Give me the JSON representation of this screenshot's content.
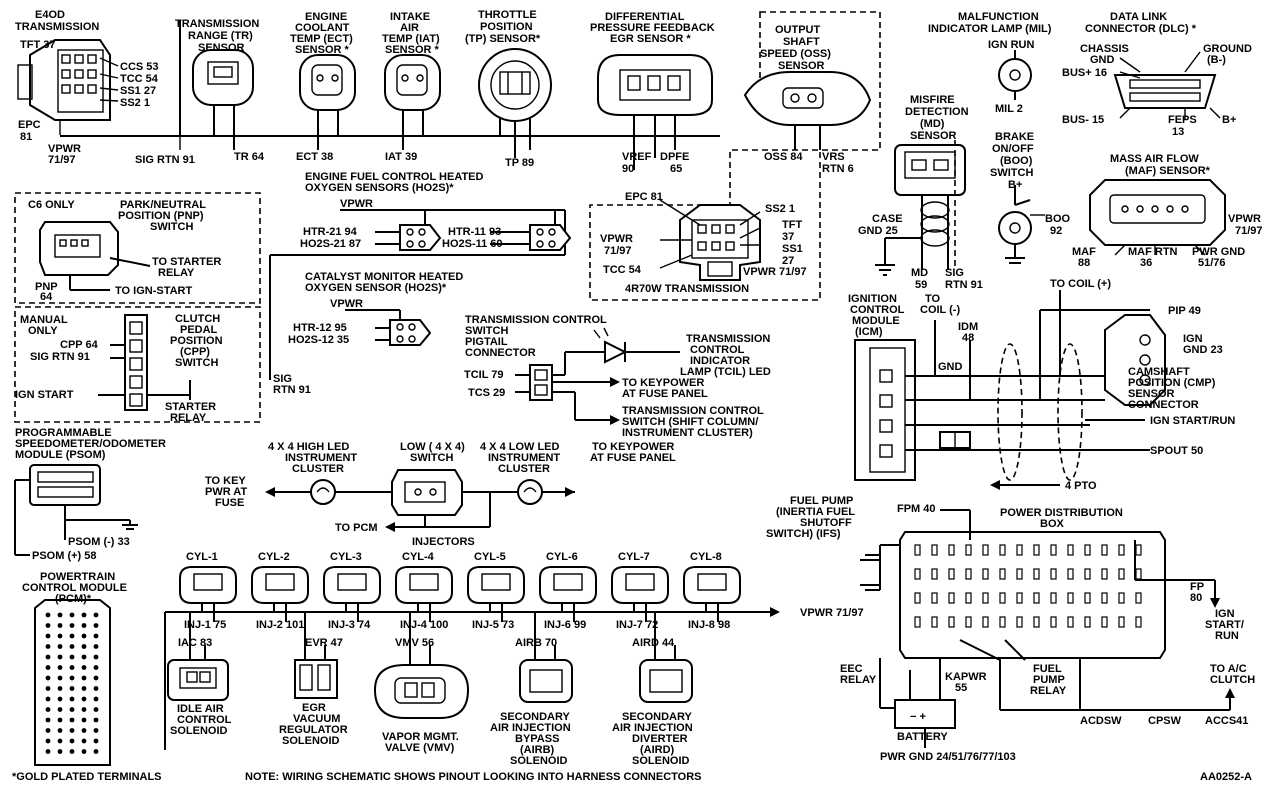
{
  "components": {
    "e4od": {
      "title1": "E4OD",
      "title2": "TRANSMISSION",
      "tft": "TFT 37",
      "ccs": "CCS 53",
      "tcc": "TCC 54",
      "ss1": "SS1 27",
      "ss2": "SS2 1",
      "epc": "EPC",
      "epc_n": "81",
      "vpwr": "VPWR",
      "vpwr_n": "71/97"
    },
    "tr": {
      "l1": "TRANSMISSION",
      "l2": "RANGE (TR)",
      "l3": "SENSOR",
      "pin": "TR 64"
    },
    "ect": {
      "l1": "ENGINE",
      "l2": "COOLANT",
      "l3": "TEMP (ECT)",
      "l4": "SENSOR *",
      "pin": "ECT 38"
    },
    "iat": {
      "l1": "INTAKE",
      "l2": "AIR",
      "l3": "TEMP (IAT)",
      "l4": "SENSOR *",
      "pin": "IAT 39"
    },
    "tp": {
      "l1": "THROTTLE",
      "l2": "POSITION",
      "l3": "(TP) SENSOR*",
      "pin": "TP 89"
    },
    "dpfe": {
      "l1": "DIFFERENTIAL",
      "l2": "PRESSURE FEEDBACK",
      "l3": "EGR SENSOR *",
      "vref": "VREF",
      "vref_n": "90",
      "pin": "DPFE",
      "pin_n": "65"
    },
    "oss": {
      "l1": "OUTPUT",
      "l2": "SHAFT",
      "l3": "SPEED (OSS)",
      "l4": "SENSOR",
      "pin": "OSS 84",
      "vrs": "VRS",
      "vrs_n": "RTN 6"
    },
    "sigrtn": "SIG RTN 91",
    "mil": {
      "l1": "MALFUNCTION",
      "l2": "INDICATOR LAMP (MIL)",
      "ign": "IGN RUN",
      "pin": "MIL 2"
    },
    "dlc": {
      "l1": "DATA LINK",
      "l2": "CONNECTOR (DLC) *",
      "chassis": "CHASSIS",
      "gnd": "GND",
      "ground": "GROUND",
      "bminus": "(B-)",
      "busp": "BUS+ 16",
      "busm": "BUS- 15",
      "feps": "FEPS",
      "feps_n": "13",
      "bplus": "B+"
    },
    "ho2s": {
      "l1": "ENGINE FUEL CONTROL HEATED",
      "l2": "OXYGEN SENSORS (HO2S)*",
      "vpwr": "VPWR",
      "htr21": "HTR-21 94",
      "ho21": "HO2S-21 87",
      "htr11": "HTR-11 93",
      "ho11": "HO2S-11 60"
    },
    "r4": {
      "epc": "EPC 81",
      "ss2": "SS2 1",
      "tft": "TFT",
      "tft_n": "37",
      "ss1": "SS1",
      "ss1_n": "27",
      "vpwr": "VPWR",
      "vpwr_n": "71/97",
      "tcc": "TCC 54",
      "vpwr2": "VPWR 71/97",
      "title": "4R70W TRANSMISSION"
    },
    "md": {
      "l1": "MISFIRE",
      "l2": "DETECTION",
      "l3": "(MD)",
      "l4": "SENSOR",
      "case": "CASE",
      "casegnd": "GND 25",
      "md": "MD",
      "md_n": "59",
      "sig": "SIG",
      "sig_n": "RTN 91"
    },
    "boo": {
      "l1": "BRAKE",
      "l2": "ON/OFF",
      "l3": "(BOO)",
      "l4": "SWITCH",
      "bplus": "B+",
      "pin": "BOO",
      "pin_n": "92"
    },
    "maf": {
      "l1": "MASS AIR FLOW",
      "l2": "(MAF) SENSOR*",
      "vpwr": "VPWR",
      "vpwr_n": "71/97",
      "maf": "MAF",
      "maf_n": "88",
      "rtn": "MAF RTN",
      "rtn_n": "36",
      "pwr": "PWR GND",
      "pwr_n": "51/76"
    },
    "pnp": {
      "c6": "C6 ONLY",
      "l1": "PARK/NEUTRAL",
      "l2": "POSITION (PNP)",
      "l3": "SWITCH",
      "starter": "TO STARTER",
      "relay": "RELAY",
      "pin": "PNP",
      "pin_n": "64",
      "ign": "TO IGN-START"
    },
    "cat": {
      "l1": "CATALYST MONITOR HEATED",
      "l2": "OXYGEN SENSOR (HO2S)*",
      "vpwr": "VPWR",
      "htr12": "HTR-12 95",
      "ho12": "HO2S-12 35",
      "sig": "SIG",
      "sig_n": "RTN 91"
    },
    "cpp": {
      "manual": "MANUAL",
      "only": "ONLY",
      "l1": "CLUTCH",
      "l2": "PEDAL",
      "l3": "POSITION",
      "l4": "(CPP)",
      "l5": "SWITCH",
      "cpp": "CPP 64",
      "sig": "SIG RTN 91",
      "ign": "IGN START",
      "starter": "STARTER",
      "relay": "RELAY"
    },
    "tcs": {
      "l1": "TRANSMISSION CONTROL",
      "l2": "SWITCH",
      "l3": "PIGTAIL",
      "l4": "CONNECTOR",
      "tcil": "TCIL 79",
      "tcs": "TCS 29",
      "lamp1": "TRANSMISSION",
      "lamp2": "CONTROL",
      "lamp3": "INDICATOR",
      "lamp4": "LAMP (TCIL) LED",
      "kp1": "TO KEYPOWER",
      "kp2": "AT FUSE PANEL",
      "sw1": "TRANSMISSION CONTROL",
      "sw2": "SWITCH (SHIFT COLUMN/",
      "sw3": "INSTRUMENT CLUSTER)"
    },
    "icm": {
      "l1": "IGNITION",
      "l2": "CONTROL",
      "l3": "MODULE",
      "l4": "(ICM)",
      "coilm1": "TO",
      "coilm2": "COIL (-)",
      "idm": "IDM",
      "idm_n": "48",
      "gnd": "GND",
      "coilp": "TO COIL (+)",
      "pip": "PIP 49",
      "ign": "IGN",
      "ign_n": "GND 23",
      "cmp1": "CAMSHAFT",
      "cmp2": "POSITION (CMP)",
      "cmp3": "SENSOR",
      "cmp4": "CONNECTOR",
      "isr": "IGN START/RUN",
      "spout": "SPOUT 50",
      "pto": "4 PTO"
    },
    "psom": {
      "l1": "PROGRAMMABLE",
      "l2": "SPEEDOMETER/ODOMETER",
      "l3": "MODULE (PSOM)",
      "minus": "PSOM (-) 33",
      "plus": "PSOM (+) 58"
    },
    "led": {
      "hl1": "4 X 4 HIGH LED",
      "hl2": "INSTRUMENT",
      "hl3": "CLUSTER",
      "lw1": "LOW ( 4 X 4)",
      "lw2": "SWITCH",
      "ll1": "4 X 4 LOW LED",
      "ll2": "INSTRUMENT",
      "ll3": "CLUSTER",
      "kp1": "TO KEYPOWER",
      "kp2": "AT FUSE PANEL",
      "kpr1": "TO KEY",
      "kpr2": "PWR AT",
      "kpr3": "FUSE",
      "pcm": "TO PCM"
    },
    "pcm": {
      "l1": "POWERTRAIN",
      "l2": "CONTROL MODULE",
      "l3": "(PCM)*"
    },
    "inj": {
      "title": "INJECTORS",
      "cyl": [
        "CYL-1",
        "CYL-2",
        "CYL-3",
        "CYL-4",
        "CYL-5",
        "CYL-6",
        "CYL-7",
        "CYL-8"
      ],
      "pin": [
        "INJ-1 75",
        "INJ-2 101",
        "INJ-3 74",
        "INJ-4 100",
        "INJ-5 73",
        "INJ-6 99",
        "INJ-7 72",
        "INJ-8 98"
      ],
      "vpwr": "VPWR 71/97"
    },
    "iac": {
      "pin": "IAC 83",
      "l1": "IDLE AIR",
      "l2": "CONTROL",
      "l3": "SOLENOID"
    },
    "evr": {
      "pin": "EVR 47",
      "l1": "EGR",
      "l2": "VACUUM",
      "l3": "REGULATOR",
      "l4": "SOLENOID"
    },
    "vmv": {
      "pin": "VMV 56",
      "l1": "VAPOR MGMT.",
      "l2": "VALVE (VMV)"
    },
    "airb": {
      "pin": "AIRB 70",
      "l1": "SECONDARY",
      "l2": "AIR INJECTION",
      "l3": "BYPASS",
      "l4": "(AIRB)",
      "l5": "SOLENOID"
    },
    "aird": {
      "pin": "AIRD 44",
      "l1": "SECONDARY",
      "l2": "AIR INJECTION",
      "l3": "DIVERTER",
      "l4": "(AIRD)",
      "l5": "SOLENOID"
    },
    "fp": {
      "l1": "FUEL PUMP",
      "l2": "(INERTIA FUEL",
      "l3": "SHUTOFF",
      "l4": "SWITCH) (IFS)",
      "fpm": "FPM 40",
      "fp": "FP",
      "fp_n": "80",
      "ign1": "IGN",
      "ign2": "START/",
      "ign3": "RUN"
    },
    "pdb": {
      "l1": "POWER DISTRIBUTION",
      "l2": "BOX",
      "eec1": "EEC",
      "eec2": "RELAY",
      "kap": "KAPWR",
      "kap_n": "55",
      "fpr1": "FUEL",
      "fpr2": "PUMP",
      "fpr3": "RELAY",
      "batt": "BATTERY",
      "pwrgnd": "PWR GND 24/51/76/77/103",
      "ac1": "TO A/C",
      "ac2": "CLUTCH",
      "acdsw": "ACDSW",
      "cpsw": "CPSW",
      "accs": "ACCS41"
    }
  },
  "footer": {
    "gold": "*GOLD PLATED TERMINALS",
    "note": "NOTE: WIRING SCHEMATIC SHOWS PINOUT LOOKING INTO HARNESS CONNECTORS",
    "code": "AA0252-A"
  }
}
